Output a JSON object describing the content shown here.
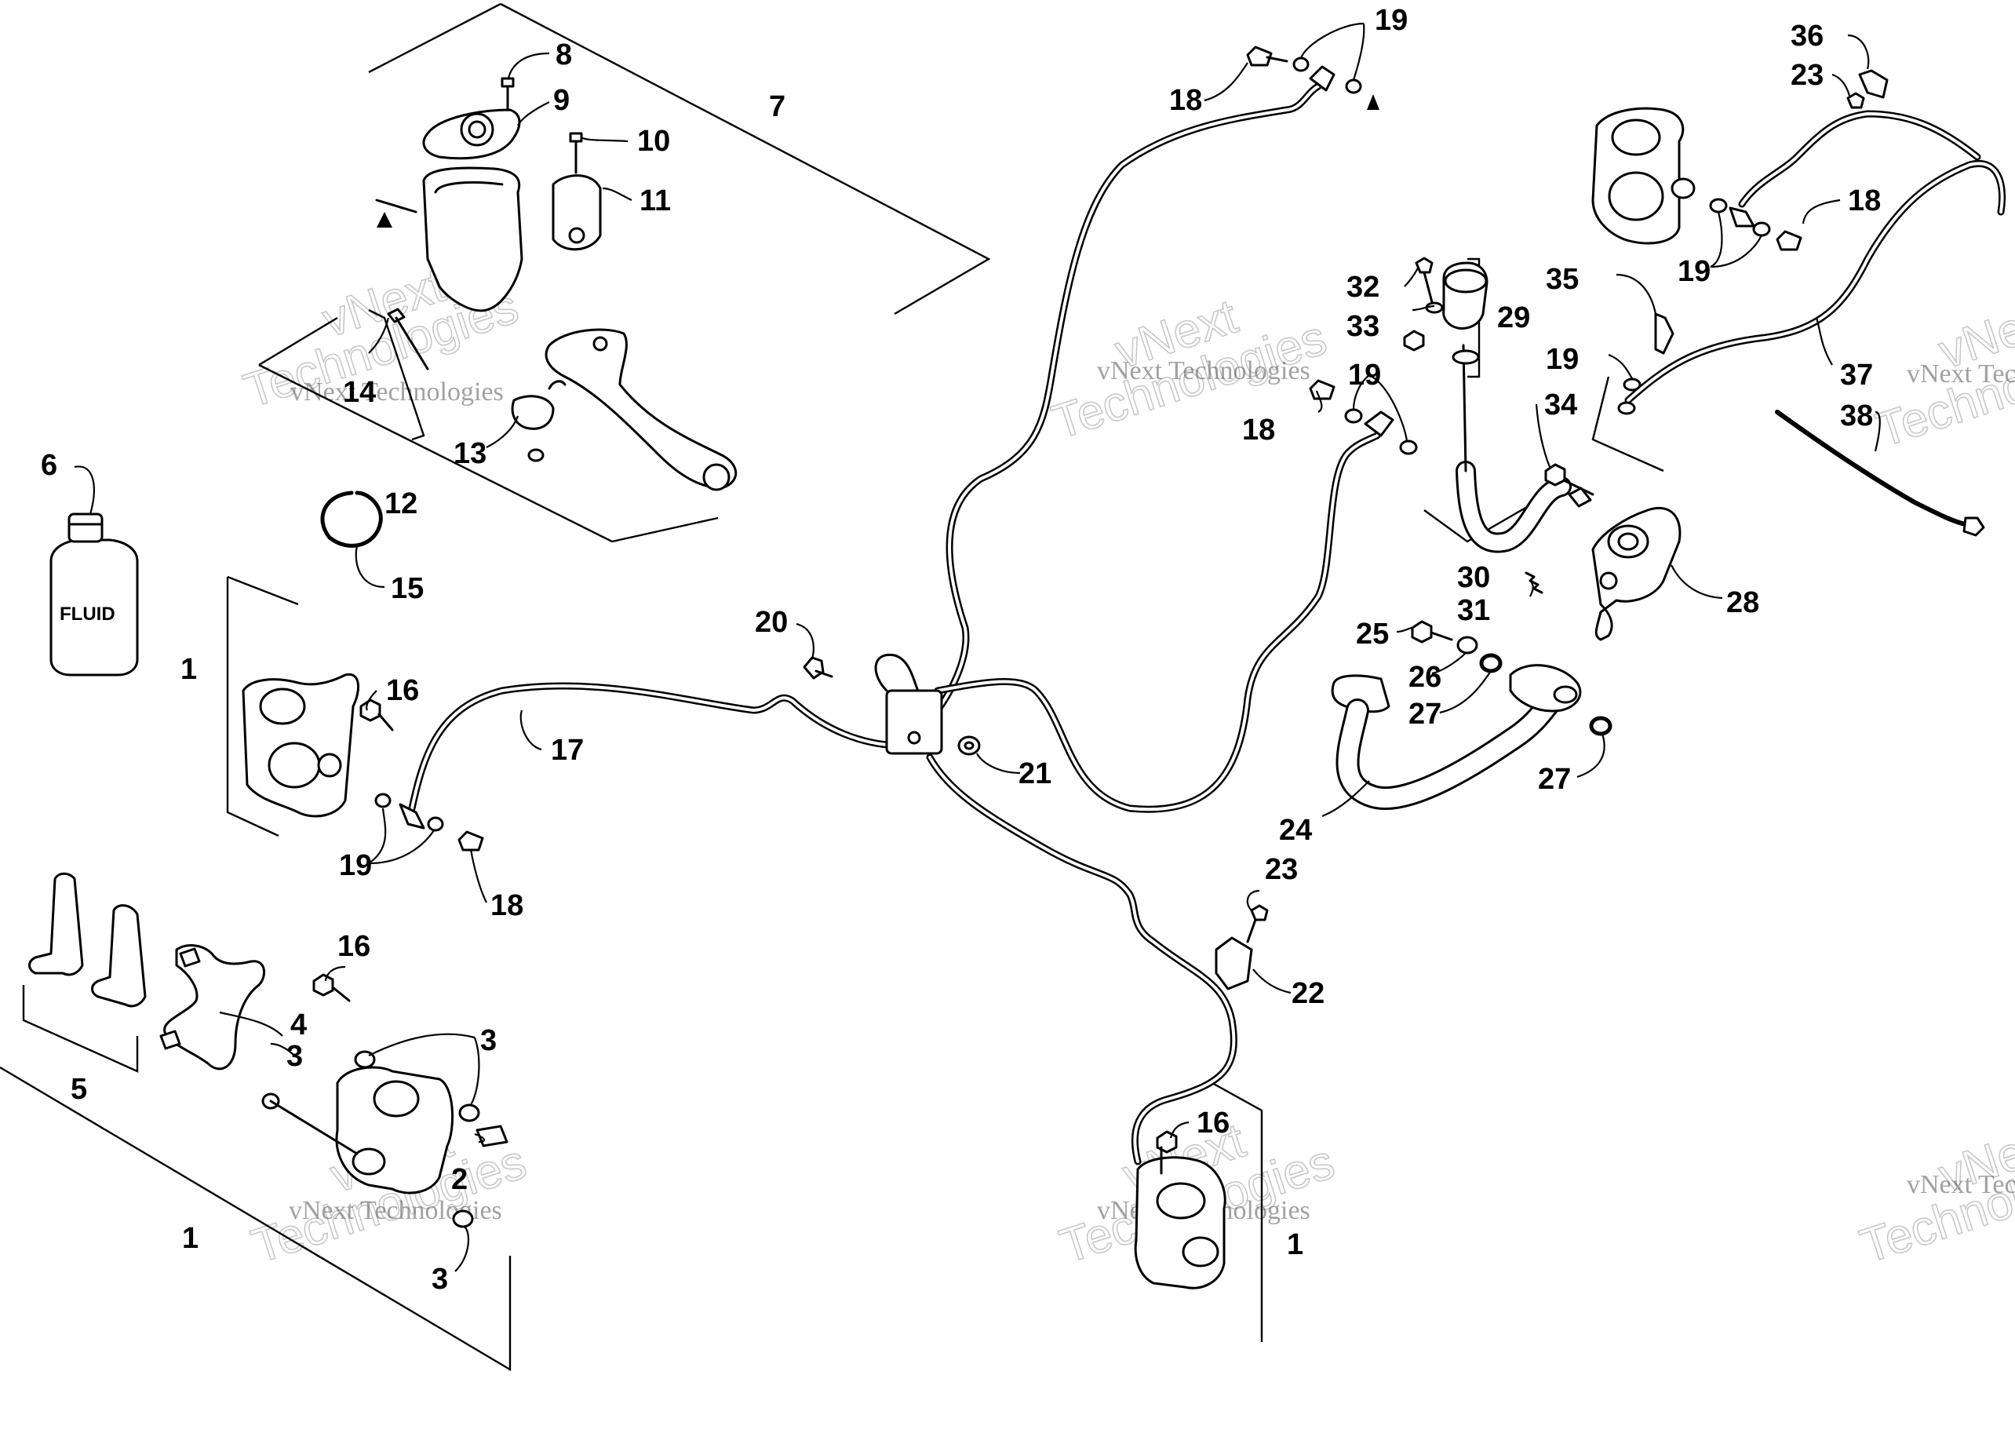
{
  "diagram": {
    "title": "",
    "callouts": [
      "1",
      "2",
      "3",
      "4",
      "5",
      "6",
      "7",
      "8",
      "9",
      "10",
      "11",
      "12",
      "13",
      "14",
      "15",
      "16",
      "17",
      "18",
      "19",
      "20",
      "21",
      "22",
      "23",
      "24",
      "25",
      "26",
      "27",
      "28",
      "29",
      "30",
      "31",
      "32",
      "33",
      "34",
      "35",
      "36",
      "37",
      "38"
    ],
    "fluid_bottle_label": "FLUID",
    "watermark": {
      "line1": "vNext Technologies",
      "line2": "vNext",
      "line3": "Technologies"
    }
  }
}
